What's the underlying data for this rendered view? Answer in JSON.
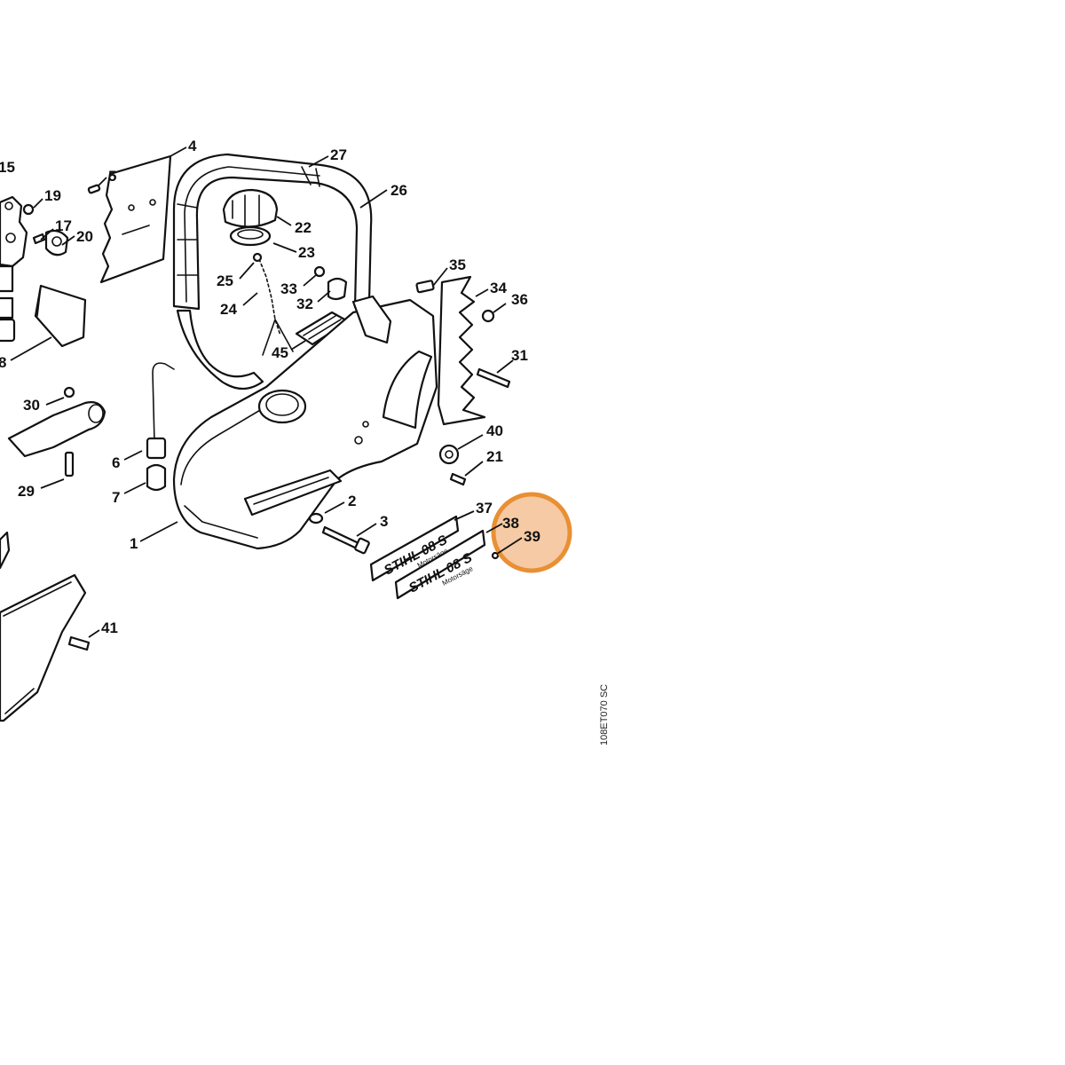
{
  "figure_ref": "108ET070 SC",
  "highlight": {
    "color": "#E88A2A",
    "fill": "#F5C8A0",
    "target_parts": [
      "38",
      "39"
    ]
  },
  "plates": {
    "brand_text": "STIHL 08 S",
    "sub_text": "Motorsäge"
  },
  "callouts": [
    {
      "id": "c4",
      "text": "4"
    },
    {
      "id": "c27",
      "text": "27"
    },
    {
      "id": "c15",
      "text": "15"
    },
    {
      "id": "c5",
      "text": "5"
    },
    {
      "id": "c26",
      "text": "26"
    },
    {
      "id": "c19",
      "text": "19"
    },
    {
      "id": "c22",
      "text": "22"
    },
    {
      "id": "c17",
      "text": "17"
    },
    {
      "id": "c20",
      "text": "20"
    },
    {
      "id": "c23",
      "text": "23"
    },
    {
      "id": "c35",
      "text": "35"
    },
    {
      "id": "c25",
      "text": "25"
    },
    {
      "id": "c33",
      "text": "33"
    },
    {
      "id": "c34",
      "text": "34"
    },
    {
      "id": "c24",
      "text": "24"
    },
    {
      "id": "c32",
      "text": "32"
    },
    {
      "id": "c36",
      "text": "36"
    },
    {
      "id": "c45",
      "text": "45"
    },
    {
      "id": "c8",
      "text": "8"
    },
    {
      "id": "c31",
      "text": "31"
    },
    {
      "id": "c30",
      "text": "30"
    },
    {
      "id": "c40",
      "text": "40"
    },
    {
      "id": "c6",
      "text": "6"
    },
    {
      "id": "c21",
      "text": "21"
    },
    {
      "id": "c29",
      "text": "29"
    },
    {
      "id": "c7",
      "text": "7"
    },
    {
      "id": "c2",
      "text": "2"
    },
    {
      "id": "c37",
      "text": "37"
    },
    {
      "id": "c3",
      "text": "3"
    },
    {
      "id": "c38",
      "text": "38"
    },
    {
      "id": "c39",
      "text": "39"
    },
    {
      "id": "c1",
      "text": "1"
    },
    {
      "id": "c41",
      "text": "41"
    }
  ]
}
